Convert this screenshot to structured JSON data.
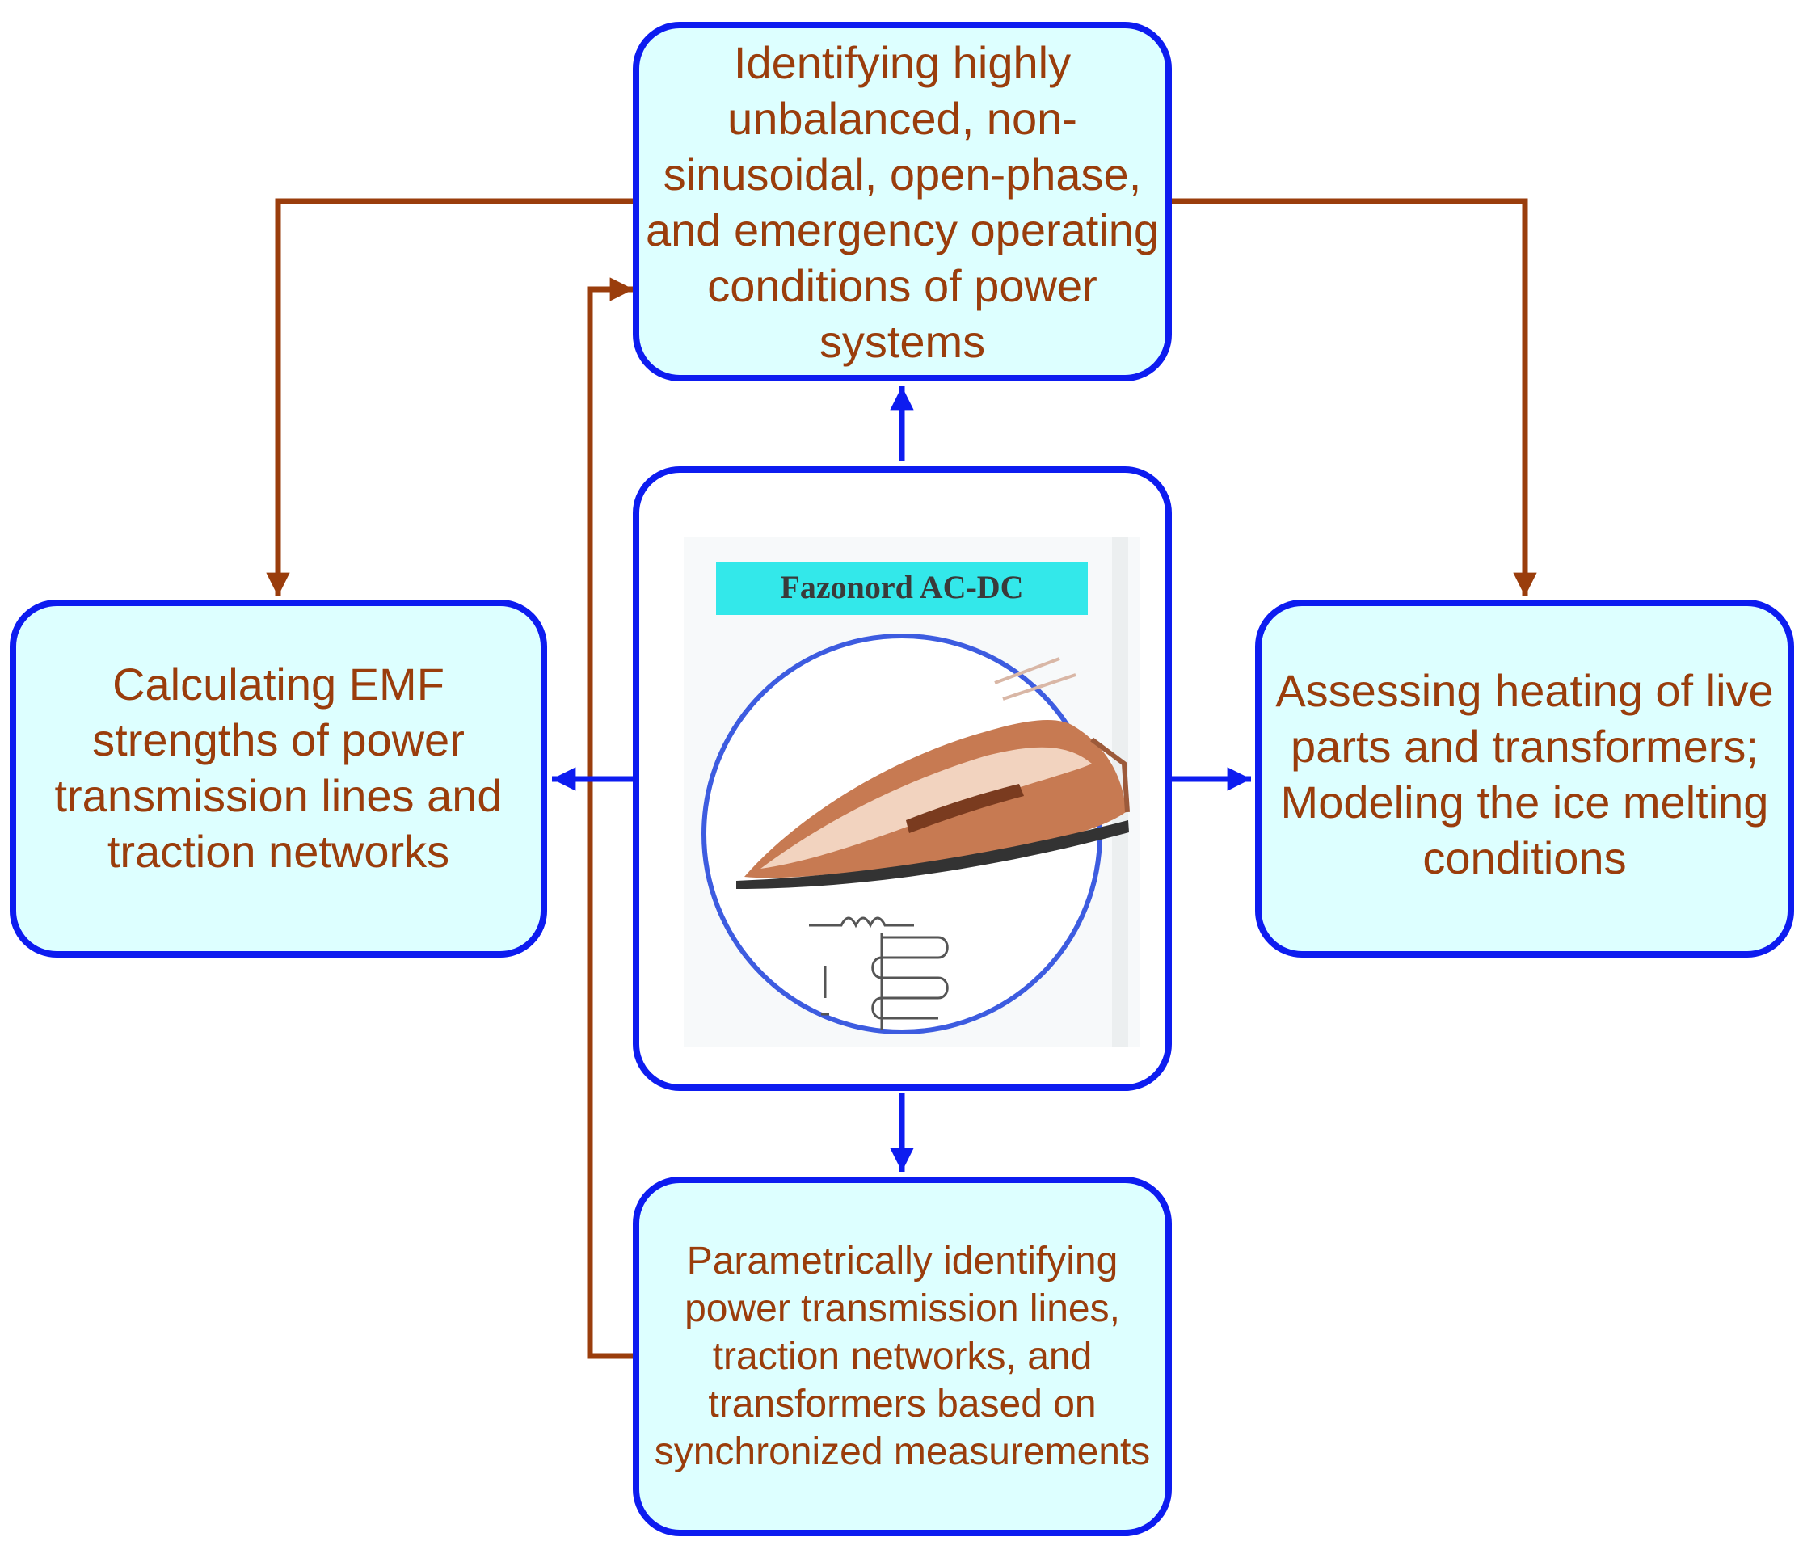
{
  "boxes": {
    "top": "Identifying  highly unbalanced, non-sinusoidal, open-phase, and emergency operating conditions of power systems",
    "left": "Calculating EMF strengths of power transmission lines and traction networks",
    "right": "Assessing heating of live parts and transformers; Modeling the ice melting conditions",
    "bottom": "Parametrically identifying power transmission lines, traction networks, and transformers based on synchronized measurements"
  },
  "center_logo": {
    "banner": "Fazonord AC-DC"
  },
  "colors": {
    "box_fill": "#ddffff",
    "box_border": "#0d1cf0",
    "text": "#9a3d0c",
    "connector_brown": "#9a3d0c",
    "connector_blue": "#0d1cf0",
    "banner_fill": "#33e8ea"
  }
}
